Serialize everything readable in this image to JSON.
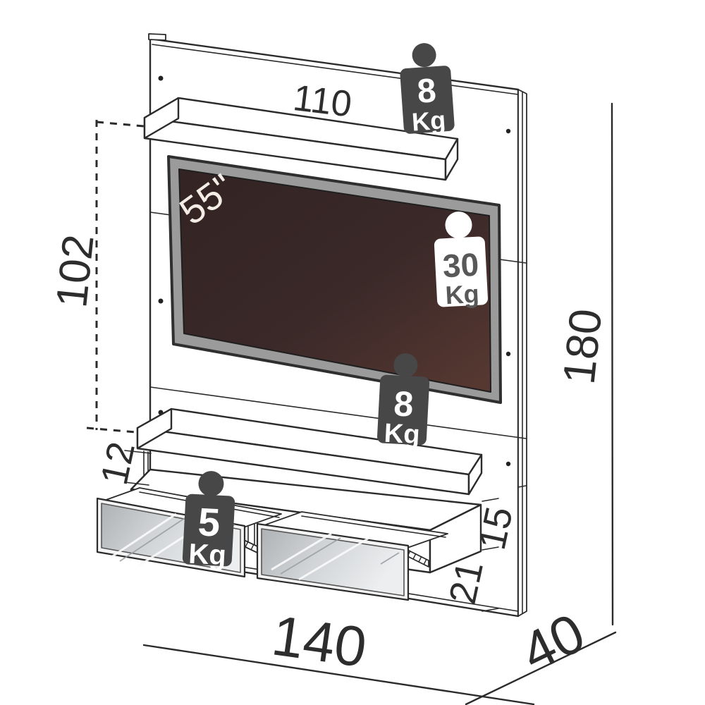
{
  "diagram": {
    "kind": "wall-mounted TV panel dimensional drawing",
    "tv_size_label": "55\""
  },
  "dimensions": {
    "top_shelf_length": "110",
    "shelf_span_height": "102",
    "overall_height": "180",
    "shelf_to_cabinet_gap": "12",
    "drawer_front_height": "15",
    "cabinet_side_height": "21",
    "overall_width": "140",
    "depth": "40"
  },
  "weights": {
    "top_shelf": {
      "value": "8",
      "unit": "Kg"
    },
    "tv": {
      "value": "30",
      "unit": "Kg"
    },
    "lower_shelf": {
      "value": "8",
      "unit": "Kg"
    },
    "drawer": {
      "value": "5",
      "unit": "Kg"
    }
  },
  "colors": {
    "line": "#2b2b2b",
    "panel_fill": "#ffffff",
    "badge_dark": "#474747",
    "badge_text_light": "#ffffff",
    "badge_white": "#ffffff",
    "badge_text_gray": "#585858",
    "tv_bezel": "#9b9b9b",
    "tv_screen_dark": "#332323",
    "tv_screen_light": "#583931",
    "mirror_dark": "#b4b8ba",
    "mirror_light": "#eceeef",
    "background": "#ffffff"
  }
}
